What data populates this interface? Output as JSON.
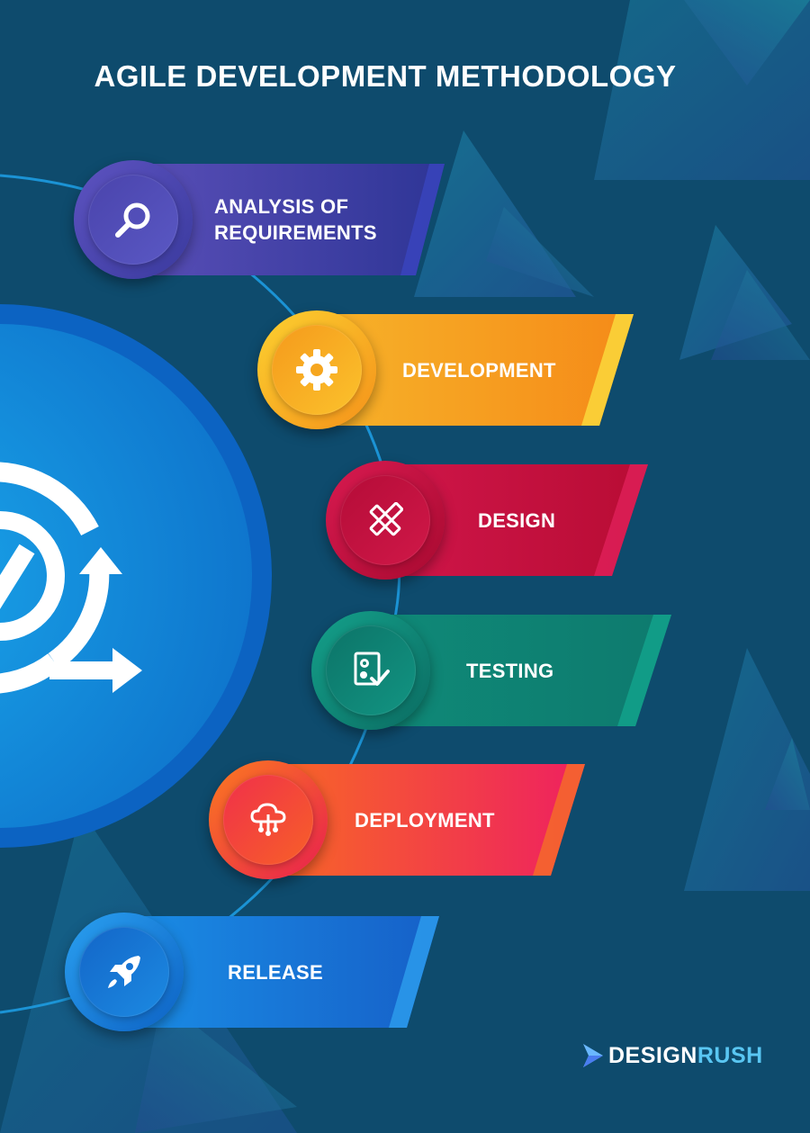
{
  "title": "AGILE DEVELOPMENT METHODOLOGY",
  "colors": {
    "background": "#0e4b6d",
    "hub": "#1a8fdc",
    "analysis": "#4b3fa0",
    "development": "#f7a21e",
    "design": "#c0103a",
    "testing": "#0e8a7a",
    "deployment": "#f2404e",
    "release": "#1677d6"
  },
  "hub": {
    "icon": "agile-cycle-icon"
  },
  "steps": [
    {
      "id": "analysis",
      "label": "ANALYSIS OF\nREQUIREMENTS",
      "icon": "search-icon"
    },
    {
      "id": "development",
      "label": "DEVELOPMENT",
      "icon": "gear-icon"
    },
    {
      "id": "design",
      "label": "DESIGN",
      "icon": "pencil-ruler-icon"
    },
    {
      "id": "testing",
      "label": "TESTING",
      "icon": "checklist-icon"
    },
    {
      "id": "deployment",
      "label": "DEPLOYMENT",
      "icon": "cloud-network-icon"
    },
    {
      "id": "release",
      "label": "RELEASE",
      "icon": "rocket-icon"
    }
  ],
  "brand": {
    "part1": "DESIGN",
    "part2": "RUSH",
    "icon": "designrush-logo-icon"
  }
}
